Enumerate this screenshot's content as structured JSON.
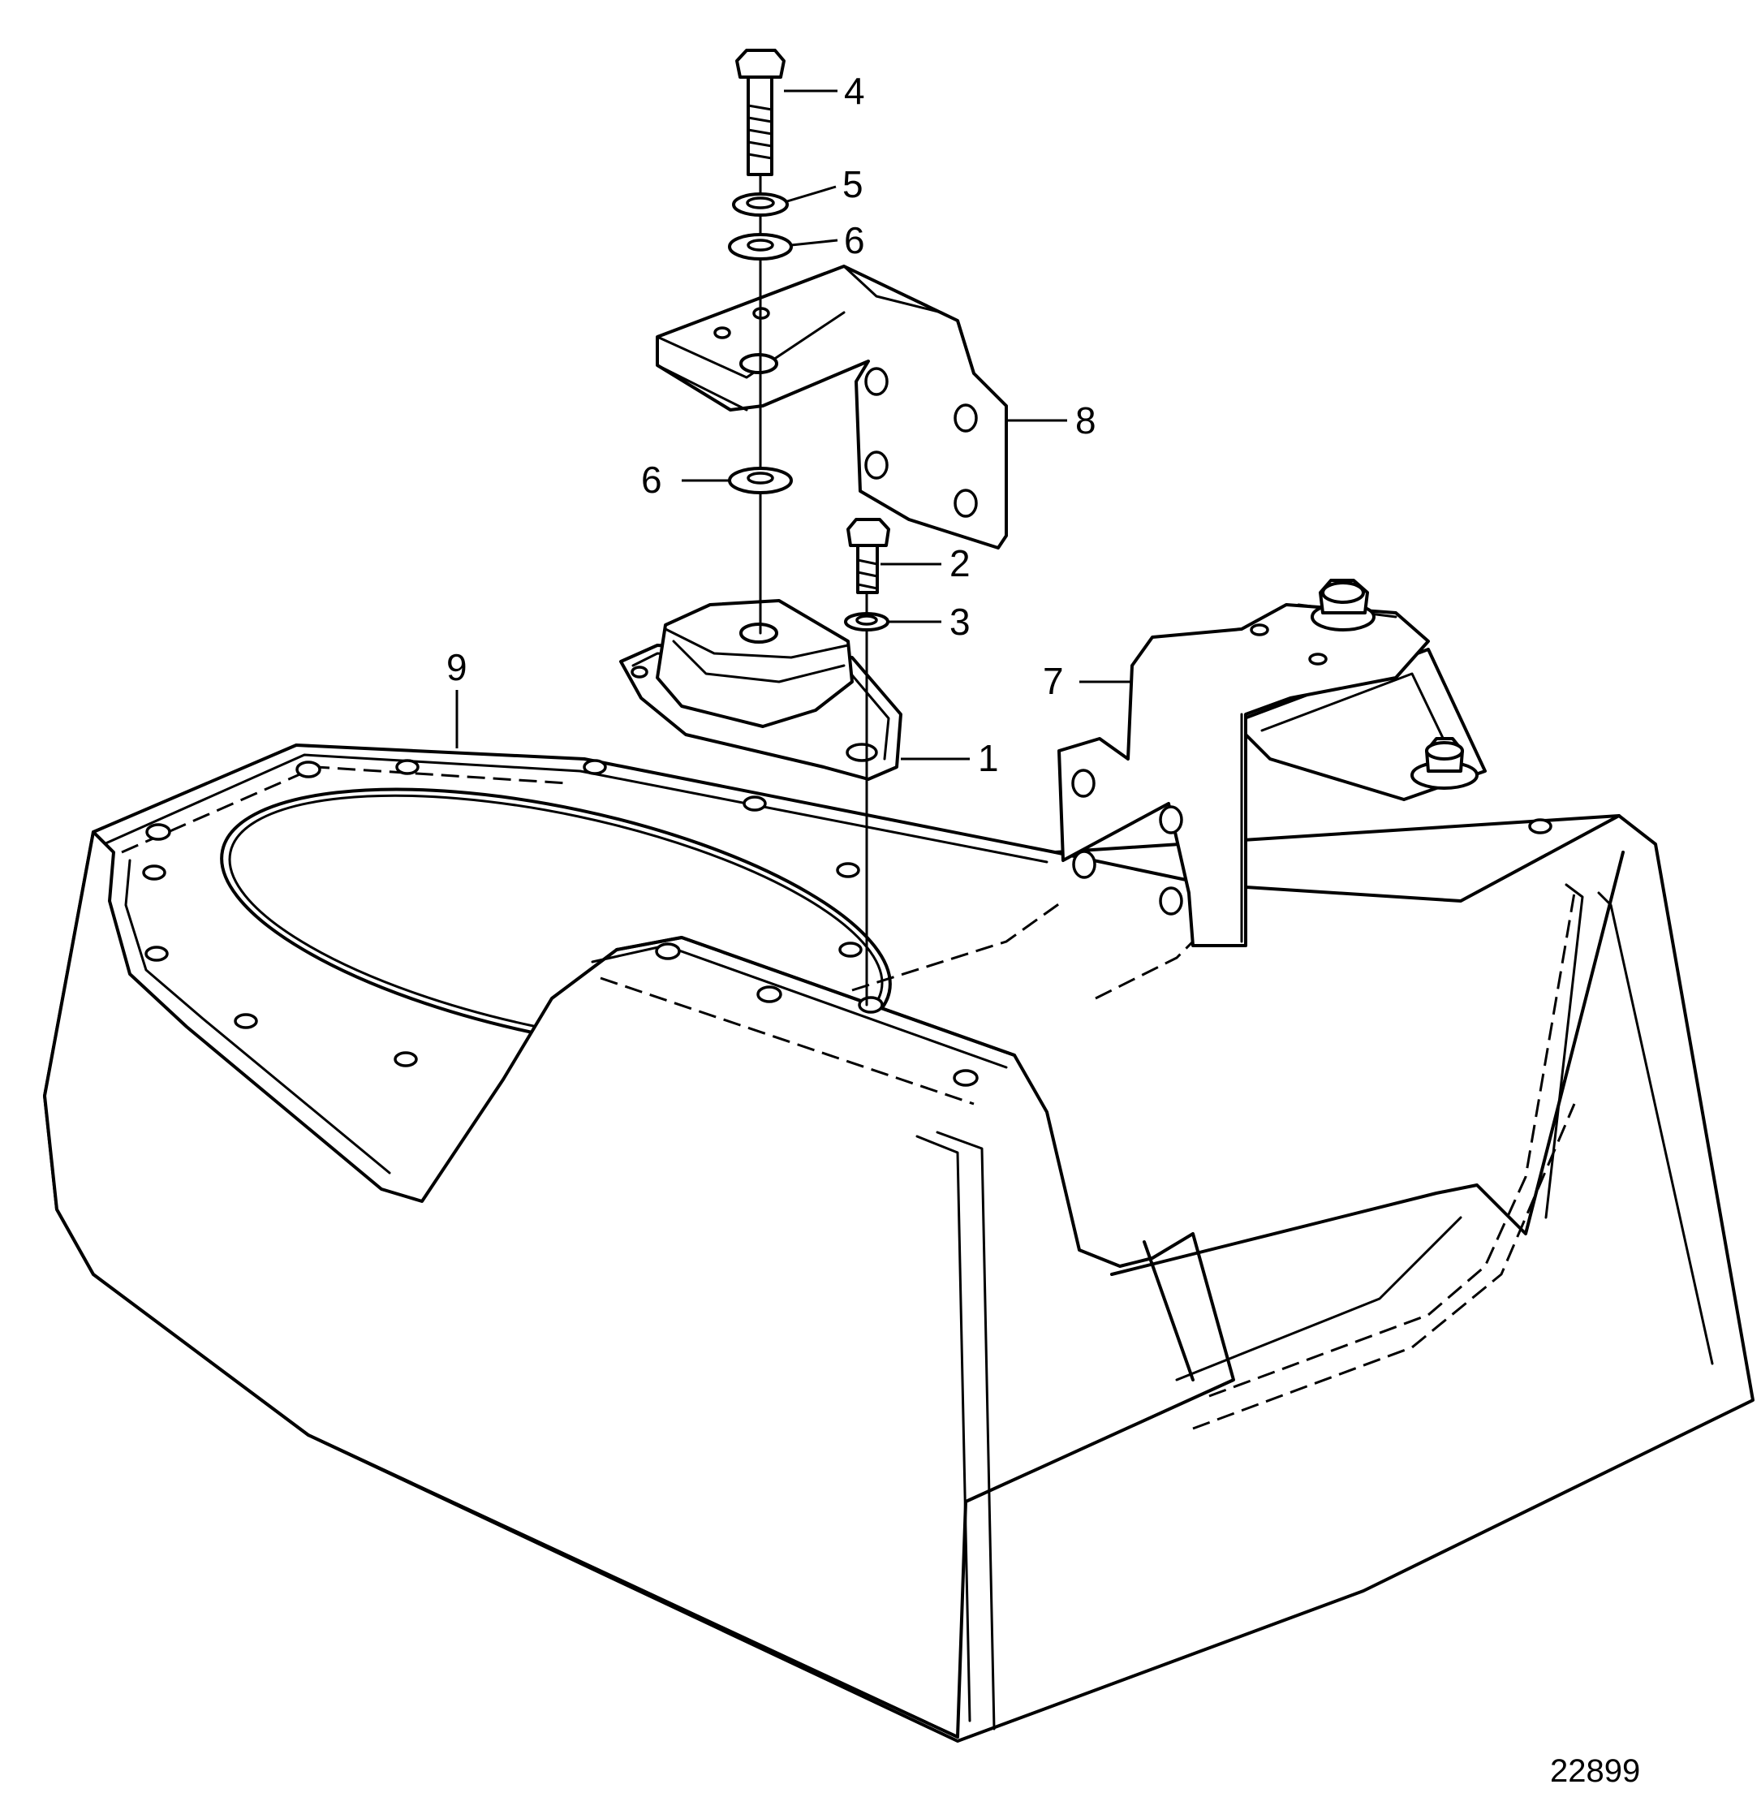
{
  "callouts": {
    "c1": "1",
    "c2": "2",
    "c3": "3",
    "c4": "4",
    "c5": "5",
    "c6_upper": "6",
    "c6_lower": "6",
    "c7": "7",
    "c8": "8",
    "c9": "9"
  },
  "drawing_number": "22899"
}
